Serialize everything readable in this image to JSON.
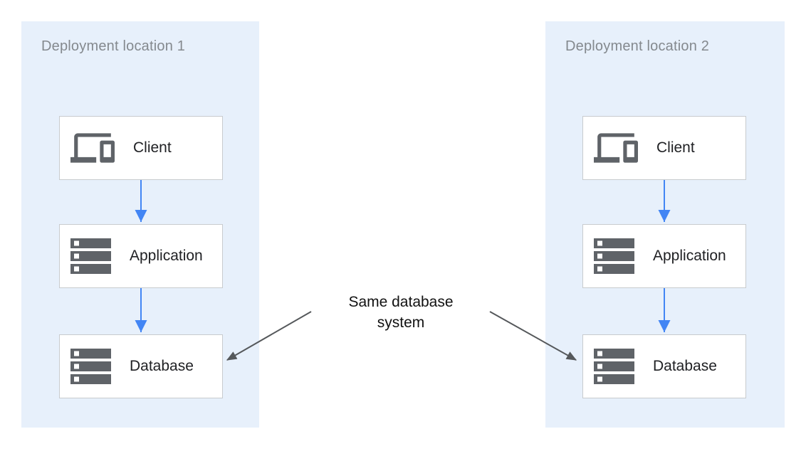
{
  "colors": {
    "panel_background": "#E7F0FB",
    "box_background": "#FFFFFF",
    "box_border": "#C8CBCE",
    "icon_gray": "#5F6368",
    "flow_arrow_blue": "#4285F4",
    "annotation_arrow_gray": "#55585B",
    "title_gray": "#84898E",
    "label_dark": "#202124"
  },
  "panels": [
    {
      "title": "Deployment location 1",
      "nodes": [
        {
          "label": "Client",
          "icon": "devices-icon"
        },
        {
          "label": "Application",
          "icon": "server-stack-icon"
        },
        {
          "label": "Database",
          "icon": "server-stack-icon"
        }
      ]
    },
    {
      "title": "Deployment location 2",
      "nodes": [
        {
          "label": "Client",
          "icon": "devices-icon"
        },
        {
          "label": "Application",
          "icon": "server-stack-icon"
        },
        {
          "label": "Database",
          "icon": "server-stack-icon"
        }
      ]
    }
  ],
  "annotation": {
    "line1": "Same database",
    "line2": "system"
  }
}
